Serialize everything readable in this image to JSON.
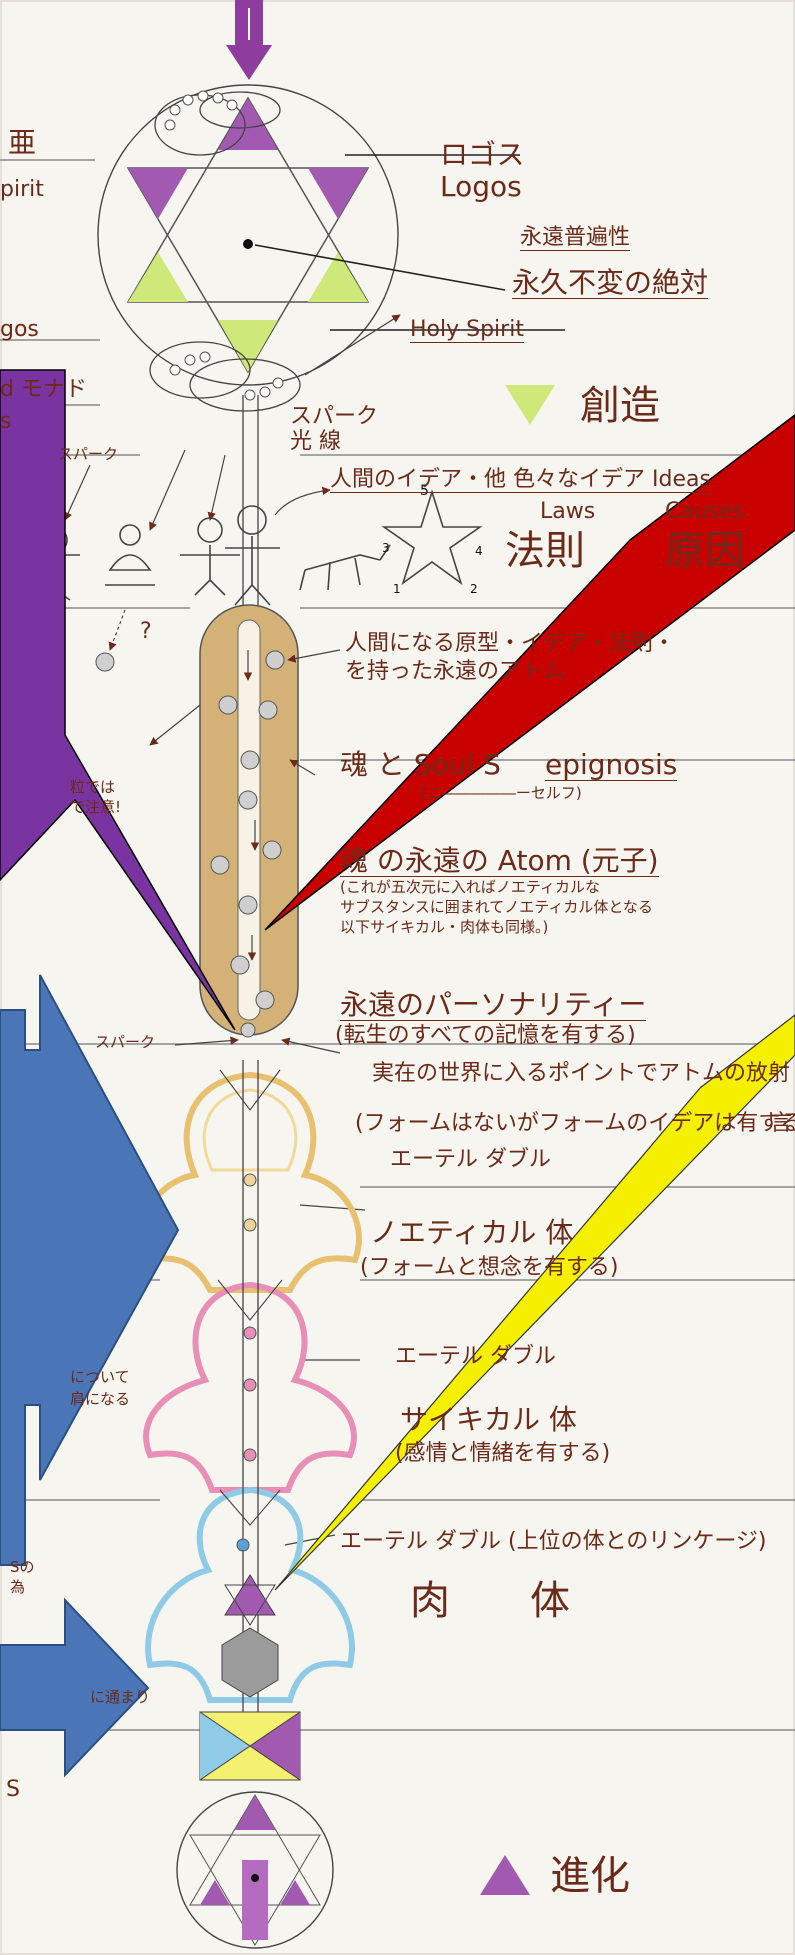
{
  "colors": {
    "paper": "#f6f5ef",
    "ink": "#6b2a1a",
    "purple": "#7e3fa0",
    "yellow_green": "#d6f07a",
    "tube": "#d2b27a",
    "aura_yellow": "#e7c170",
    "aura_pink": "#e88fb5",
    "aura_blue": "#8fcbe6",
    "callout_purple": "#7a34a1",
    "callout_red": "#c80000",
    "callout_yellow": "#f4f000",
    "arrow_blue": "#4a76b8"
  },
  "icons": [
    "infinity-icon",
    "hexagram-icon",
    "triangle-down-icon",
    "triangle-up-icon",
    "star-icon",
    "human-figure-icon",
    "animal-figure-icon",
    "atom-circle-icon"
  ],
  "left_edge": {
    "label_1": "亜",
    "label_2": "pirit",
    "label_3": "gos",
    "label_4": "d モナド",
    "label_5": "s",
    "spark": "スパーク",
    "question": "?",
    "note_1": "粒では",
    "note_2": "で注意!",
    "note_3": "について",
    "note_4": "肩になる",
    "note_5": "Sの",
    "note_6": "為",
    "note_7": "に通まり",
    "note_8": "S"
  },
  "top": {
    "logos_ja": "ロゴス",
    "logos_en": "Logos",
    "eternal_universal": "永遠普遍性",
    "eternal_absolute": "永久不変の絶対",
    "holy_spirit": "Holy Spirit",
    "creation": "創造",
    "spark_1": "スパーク",
    "spark_2": "光 線"
  },
  "ideas": {
    "ideas_line": "人間のイデア・他 色々なイデア Ideas",
    "laws_en": "Laws",
    "causes_en": "Causes",
    "laws_ja": "法則",
    "causes_ja": "原因"
  },
  "tube": {
    "atom_1": "人間になる原型・イデア・法則・",
    "atom_2": "を持った永遠のアトム",
    "soul": "魂 と Soul S",
    "epignosis": "epignosis",
    "self_note": "(ニ―――――ーセルフ)",
    "atom_title": "魂 の永遠の Atom (元子)",
    "atom_note_1": "(これが五次元に入ればノエティカルな",
    "atom_note_2": "サブスタンスに囲まれてノエティカル体となる",
    "atom_note_3": "以下サイキカル・肉体も同様。)",
    "personality": "永遠のパーソナリティー",
    "personality_note": "(転生のすべての記憶を有する)",
    "spark": "スパーク",
    "entry_point": "実在の世界に入るポイントでアトムの放射"
  },
  "bodies": {
    "noetical_note": "(フォームはないがフォームのイデアは有する)",
    "noetical_note_tail": "言",
    "etheric_double_1": "エーテル ダブル",
    "noetical_body": "ノエティカル 体",
    "noetical_body_note": "(フォームと想念を有する)",
    "etheric_double_2": "エーテル ダブル",
    "psychical_body": "サイキカル 体",
    "psychical_body_note": "(感情と情緒を有する)",
    "etheric_double_3": "エーテル ダブル (上位の体とのリンケージ)",
    "physical_body": "肉　　体",
    "evolution": "進化"
  }
}
